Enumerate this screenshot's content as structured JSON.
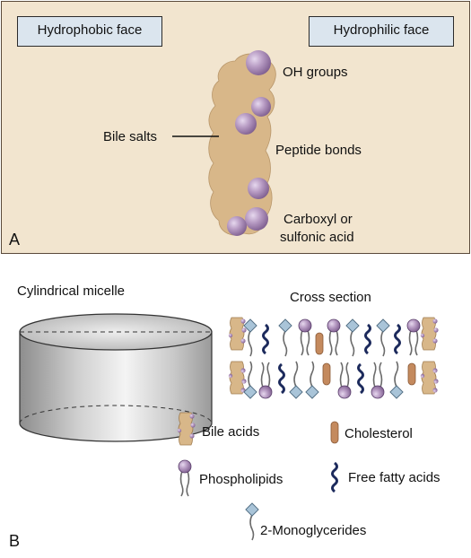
{
  "panel_a": {
    "letter": "A",
    "hydrophobic_face": "Hydrophobic face",
    "hydrophilic_face": "Hydrophilic face",
    "labels": {
      "oh_groups": "OH groups",
      "bile_salts": "Bile salts",
      "peptide_bonds": "Peptide bonds",
      "carboxyl_line1": "Carboxyl or",
      "carboxyl_line2": "sulfonic acid"
    },
    "colors": {
      "panel_bg": "#f2e5cf",
      "molecule": "#d8b789",
      "sphere": "#b89cc4",
      "face_box": "#dbe5ee"
    }
  },
  "panel_b": {
    "letter": "B",
    "cylinder_title": "Cylindrical micelle",
    "cross_section_title": "Cross section",
    "legend": {
      "bile_acids": "Bile acids",
      "cholesterol": "Cholesterol",
      "phospholipids": "Phospholipids",
      "free_fatty_acids": "Free fatty acids",
      "monoglycerides": "2-Monoglycerides"
    },
    "colors": {
      "cholesterol": "#c48a5e",
      "fatty_acid": "#1c2a5c",
      "monoglyceride_head": "#a9c4d8"
    }
  }
}
